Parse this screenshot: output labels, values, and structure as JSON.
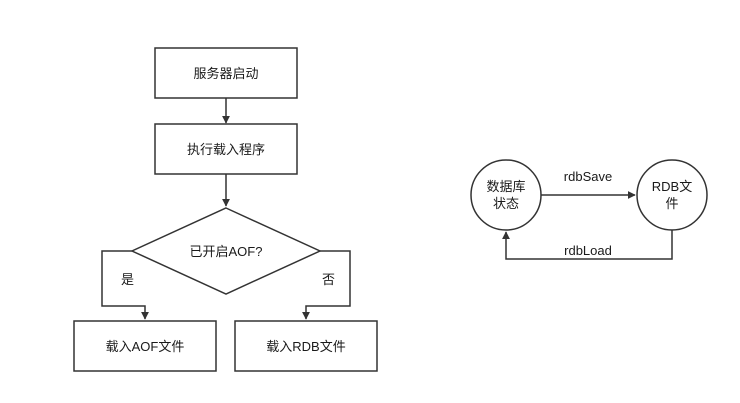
{
  "flowchart": {
    "start": "服务器启动",
    "load": "执行载入程序",
    "decision": "已开启AOF?",
    "yes": "是",
    "no": "否",
    "load_aof": "载入AOF文件",
    "load_rdb": "载入RDB文件"
  },
  "state_diagram": {
    "db_state_line1": "数据库",
    "db_state_line2": "状态",
    "rdb_file_line1": "RDB文",
    "rdb_file_line2": "件",
    "save_label": "rdbSave",
    "load_label": "rdbLoad"
  },
  "colors": {
    "stroke": "#333333",
    "text": "#1a1a1a",
    "background": "#ffffff"
  }
}
